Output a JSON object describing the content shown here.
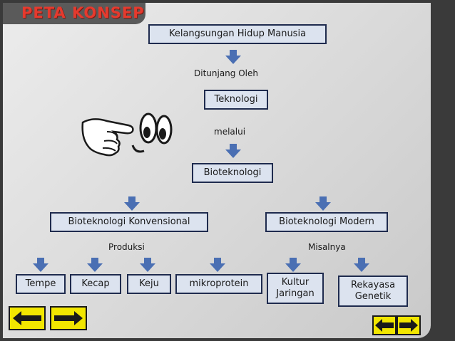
{
  "title": "PETA KONSEP",
  "nodes": {
    "root": "Kelangsungan Hidup Manusia",
    "teknologi": "Teknologi",
    "bioteknologi": "Bioteknologi",
    "konvensional": "Bioteknologi Konvensional",
    "modern": "Bioteknologi Modern",
    "tempe": "Tempe",
    "kecap": "Kecap",
    "keju": "Keju",
    "mikroprotein": "mikroprotein",
    "kultur_line1": "Kultur",
    "kultur_line2": "Jaringan",
    "rekayasa_line1": "Rekayasa",
    "rekayasa_line2": "Genetik"
  },
  "connectors": {
    "ditunjang": "Ditunjang Oleh",
    "melalui": "melalui",
    "produksi": "Produksi",
    "misalnya": "Misalnya"
  },
  "colors": {
    "title": "#e53a2e",
    "box_fill": "#dce3ef",
    "box_border": "#1f2b4e",
    "arrow": "#4a6fb3",
    "nav_fill": "#f2e600"
  },
  "icons": [
    "pointing-hand-icon",
    "cartoon-eyes-icon",
    "back-arrow-icon",
    "forward-arrow-icon"
  ]
}
